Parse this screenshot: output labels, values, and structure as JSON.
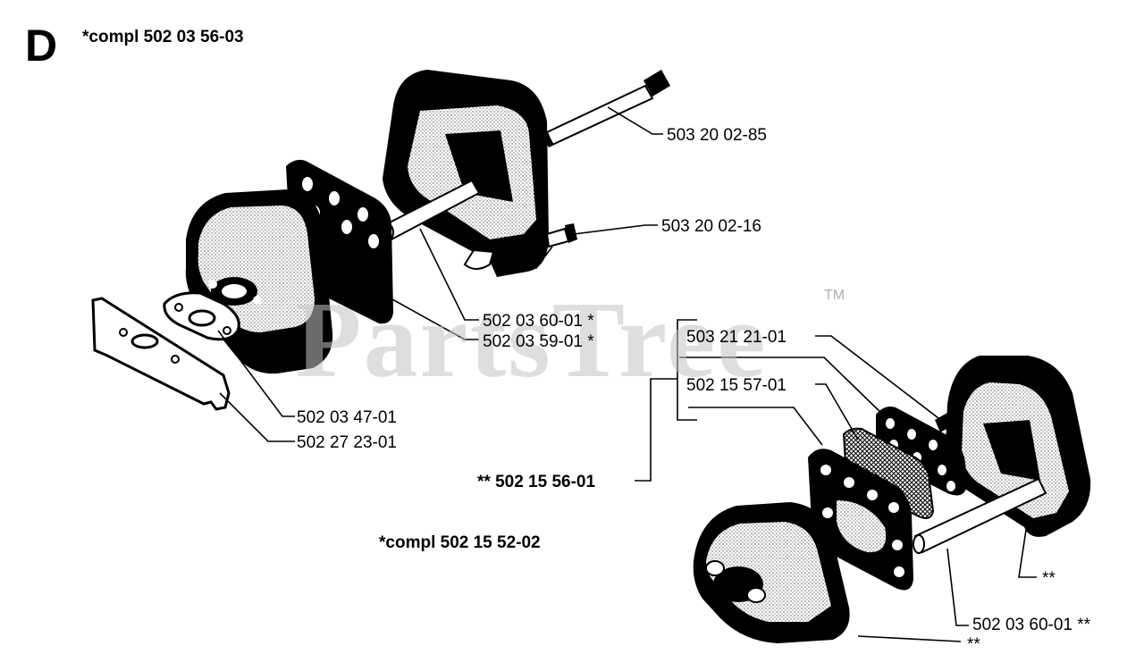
{
  "section": {
    "letter": "D",
    "assembly_label": "*compl 502 03 56-03"
  },
  "assembly_bottom_label": "*compl 502 15 52-02",
  "watermark": {
    "text": "PartsTree",
    "tm": "TM"
  },
  "parts": {
    "bolt": "503 20 02-85",
    "screw": "503 20 02-16",
    "rod_upper": "502 03 60-01 *",
    "plate_upper": "502 03 59-01 *",
    "gasket": "502 03 47-01",
    "heat_shield": "502 27 23-01",
    "plate_lower": "503 21 21-01",
    "screen": "502 15 57-01",
    "kit": "** 502 15 56-01",
    "rod_lower": "502 03 60-01 **",
    "star_right": "**",
    "star_bottom": "**"
  },
  "colors": {
    "ink": "#000000",
    "watermark": "#c4c4c4"
  }
}
